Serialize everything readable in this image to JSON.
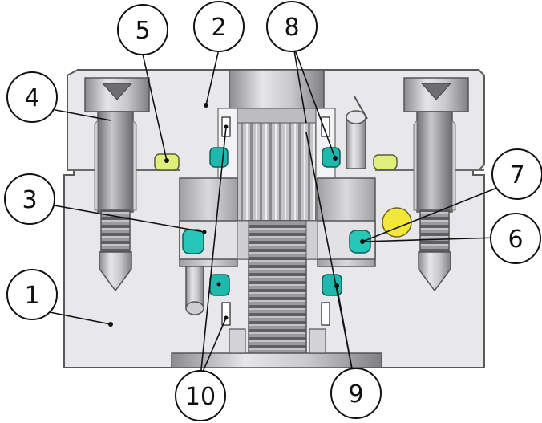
{
  "callouts": [
    {
      "number": "1"
    },
    {
      "number": "2"
    },
    {
      "number": "3"
    },
    {
      "number": "4"
    },
    {
      "number": "5"
    },
    {
      "number": "6"
    },
    {
      "number": "7"
    },
    {
      "number": "8"
    },
    {
      "number": "9"
    },
    {
      "number": "10"
    }
  ],
  "colors": {
    "body": "#e8e8eb",
    "body_edge": "#5a5a5a",
    "steel": "#b9b9bd",
    "steel_dark": "#8e8e93",
    "oring_teal": "#20b8ad",
    "pin_yellow": "#f2ea35",
    "pad_lime": "#dff07a",
    "ball_yellow": "#f3e83a"
  }
}
